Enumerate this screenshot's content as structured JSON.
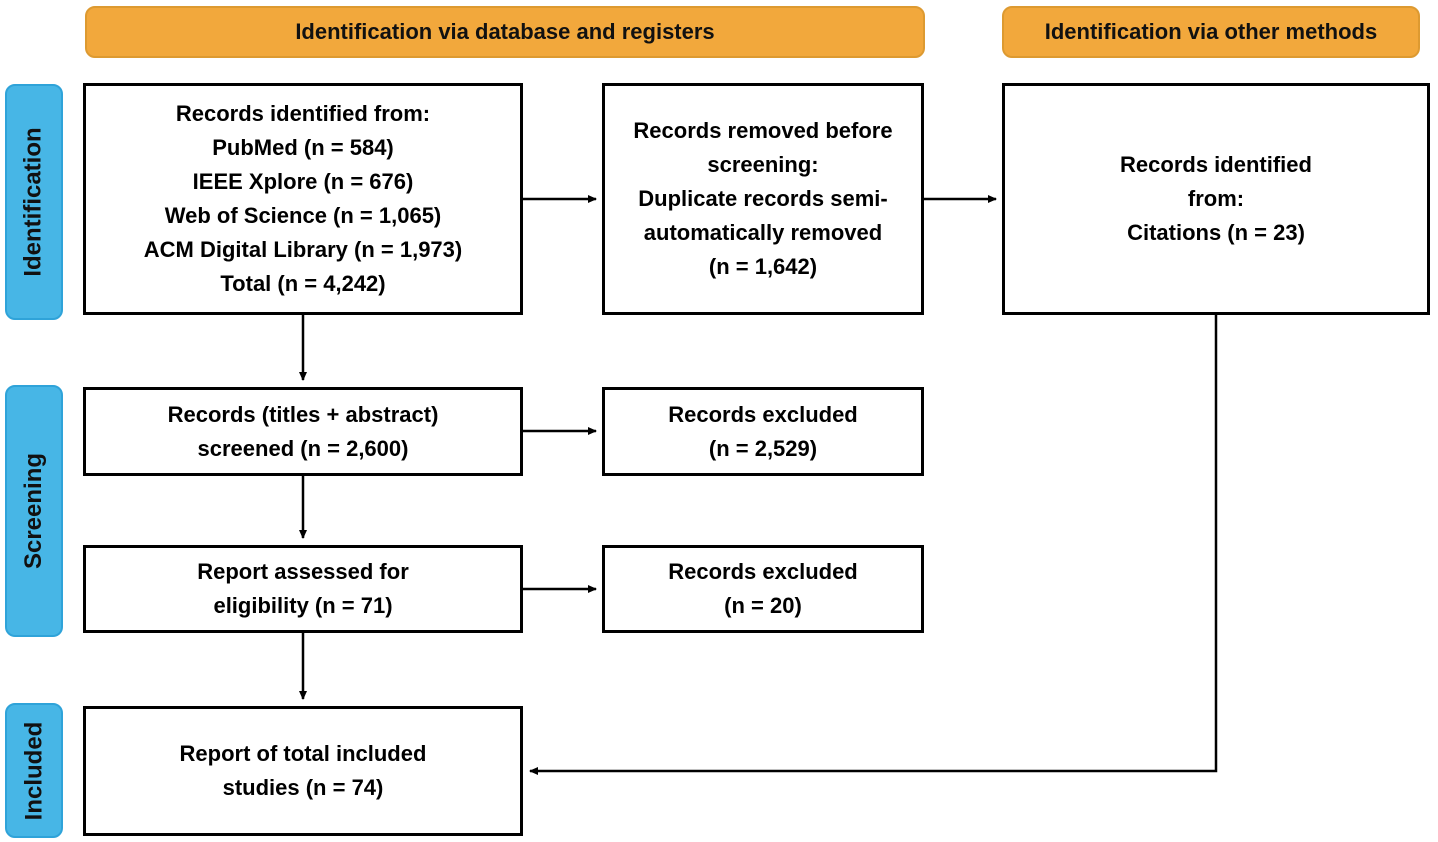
{
  "banners": {
    "database": {
      "label": "Identification via database and registers"
    },
    "other": {
      "label": "Identification via other methods"
    }
  },
  "stages": {
    "identification": "Identification",
    "screening": "Screening",
    "included": "Included"
  },
  "boxes": {
    "identified_db": {
      "text": "Records identified from:\nPubMed (n = 584)\nIEEE Xplore (n = 676)\nWeb of Science (n = 1,065)\nACM Digital Library (n = 1,973)\nTotal (n = 4,242)"
    },
    "removed_before_screening": {
      "text": "Records removed before\nscreening:\nDuplicate records semi-\nautomatically removed\n(n = 1,642)"
    },
    "identified_other": {
      "text": "Records identified\nfrom:\nCitations (n = 23)"
    },
    "screened": {
      "text": "Records (titles + abstract)\nscreened (n = 2,600)"
    },
    "excluded_screening": {
      "text": "Records excluded\n(n = 2,529)"
    },
    "assessed": {
      "text": "Report assessed for\neligibility (n = 71)"
    },
    "excluded_eligibility": {
      "text": "Records excluded\n(n = 20)"
    },
    "included_total": {
      "text": "Report of total included\nstudies (n = 74)"
    }
  },
  "colors": {
    "banner_fill": "#F2A83C",
    "banner_border": "#DD9A31",
    "stage_fill": "#47B6E6",
    "stage_border": "#2FA3D9",
    "box_border": "#000000"
  }
}
